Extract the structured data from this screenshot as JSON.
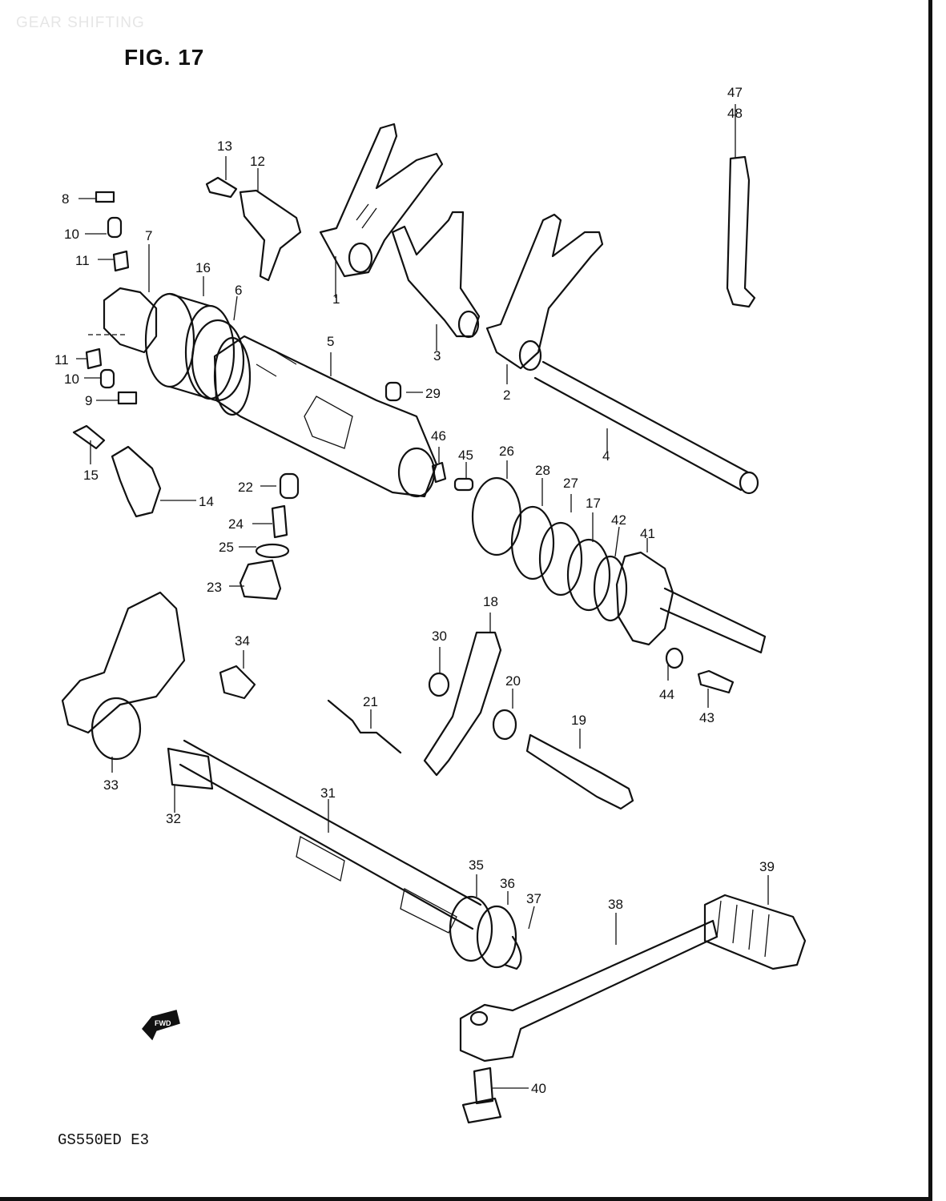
{
  "header": {
    "watermark": "GEAR SHIFTING",
    "figure": "FIG. 17"
  },
  "footer": {
    "model_code": "GS550ED  E3"
  },
  "direction_marker": "FWD",
  "callouts": [
    "1",
    "2",
    "3",
    "4",
    "5",
    "6",
    "7",
    "8",
    "9",
    "10",
    "10",
    "11",
    "11",
    "12",
    "13",
    "14",
    "15",
    "16",
    "17",
    "18",
    "19",
    "20",
    "21",
    "22",
    "23",
    "24",
    "25",
    "26",
    "27",
    "28",
    "29",
    "30",
    "31",
    "32",
    "33",
    "34",
    "35",
    "36",
    "37",
    "38",
    "39",
    "40",
    "41",
    "42",
    "43",
    "44",
    "45",
    "46",
    "47",
    "48"
  ]
}
